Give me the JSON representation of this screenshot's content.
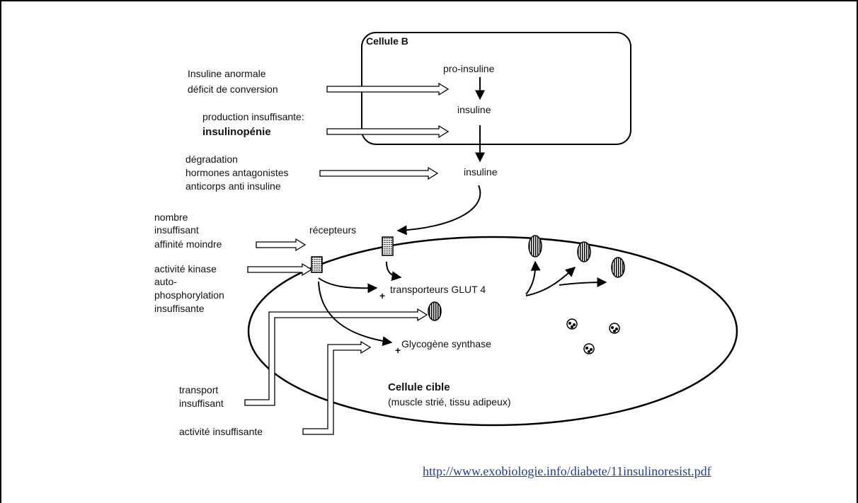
{
  "labels": {
    "cellule_b": "Cellule B",
    "pro_insuline": "pro-insuline",
    "insuline_1": "insuline",
    "insuline_2": "insuline",
    "anomalie_line1": "Insuline anormale",
    "anomalie_line2": "déficit de conversion",
    "production_line1": "production insuffisante:",
    "production_line2": "insulinopénie",
    "degradation_line1": "dégradation",
    "degradation_line2": "hormones antagonistes",
    "degradation_line3": "anticorps anti insuline",
    "nombre_line1": "nombre",
    "nombre_line2": "insuffisant",
    "nombre_line3": "affinité moindre",
    "kinase_line1": "activité kinase",
    "kinase_line2": "auto-",
    "kinase_line3": "phosphorylation",
    "kinase_line4": "insuffisante",
    "recepteurs": "récepteurs",
    "transporteurs": "transporteurs GLUT 4",
    "glycogene": "Glycogène synthase",
    "plus_1": "+",
    "plus_2": "+",
    "transport_line1": "transport",
    "transport_line2": "insuffisant",
    "activite_insuffisante": "activité insuffisante",
    "cellule_cible": "Cellule cible",
    "cellule_cible_detail": "(muscle strié, tissu adipeux)"
  },
  "source_url": "http://www.exobiologie.info/diabete/11insulinoresist.pdf"
}
